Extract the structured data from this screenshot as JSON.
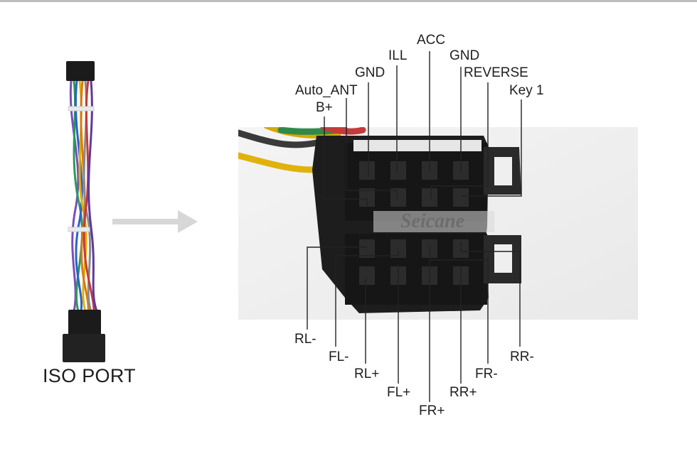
{
  "harness": {
    "label": "ISO PORT"
  },
  "watermark": "Seicane",
  "pins_top": [
    {
      "id": "acc",
      "label": "ACC"
    },
    {
      "id": "ill",
      "label": "ILL"
    },
    {
      "id": "gnd-1",
      "label": "GND"
    },
    {
      "id": "gnd-2",
      "label": "GND"
    },
    {
      "id": "reverse",
      "label": "REVERSE"
    },
    {
      "id": "auto-ant",
      "label": "Auto_ANT"
    },
    {
      "id": "key1",
      "label": "Key 1"
    },
    {
      "id": "b-plus",
      "label": "B+"
    }
  ],
  "pins_bottom": [
    {
      "id": "rl-minus",
      "label": "RL-"
    },
    {
      "id": "fl-minus",
      "label": "FL-"
    },
    {
      "id": "rl-plus",
      "label": "RL+"
    },
    {
      "id": "fl-plus",
      "label": "FL+"
    },
    {
      "id": "fr-plus",
      "label": "FR+"
    },
    {
      "id": "rr-plus",
      "label": "RR+"
    },
    {
      "id": "fr-minus",
      "label": "FR-"
    },
    {
      "id": "rr-minus",
      "label": "RR-"
    }
  ]
}
